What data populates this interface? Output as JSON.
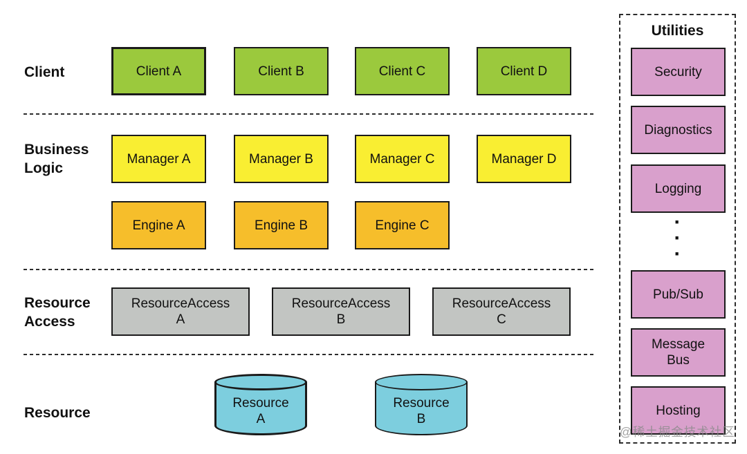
{
  "colors": {
    "client_green": "#9BC93D",
    "manager_yellow": "#F9EE32",
    "engine_orange": "#F6BE2B",
    "resource_access_gray": "#C2C5C2",
    "resource_cyan": "#7DCEDE",
    "utility_pink": "#D9A0CC",
    "border_dark": "#1A1A1A"
  },
  "layers": {
    "client": {
      "label": "Client",
      "boxes": [
        "Client A",
        "Client B",
        "Client C",
        "Client D"
      ]
    },
    "business_logic": {
      "label": "Business\nLogic",
      "managers": [
        "Manager A",
        "Manager B",
        "Manager C",
        "Manager D"
      ],
      "engines": [
        "Engine A",
        "Engine B",
        "Engine C"
      ]
    },
    "resource_access": {
      "label": "Resource\nAccess",
      "boxes": [
        "ResourceAccess\nA",
        "ResourceAccess\nB",
        "ResourceAccess\nC"
      ]
    },
    "resource": {
      "label": "Resource",
      "cylinders": [
        "Resource\nA",
        "Resource\nB"
      ]
    }
  },
  "utilities": {
    "title": "Utilities",
    "boxes_top": [
      "Security",
      "Diagnostics",
      "Logging"
    ],
    "ellipsis": "·\n·\n·",
    "boxes_bottom": [
      "Pub/Sub",
      "Message\nBus",
      "Hosting"
    ]
  },
  "watermark": "@稀土掘金技术社区"
}
